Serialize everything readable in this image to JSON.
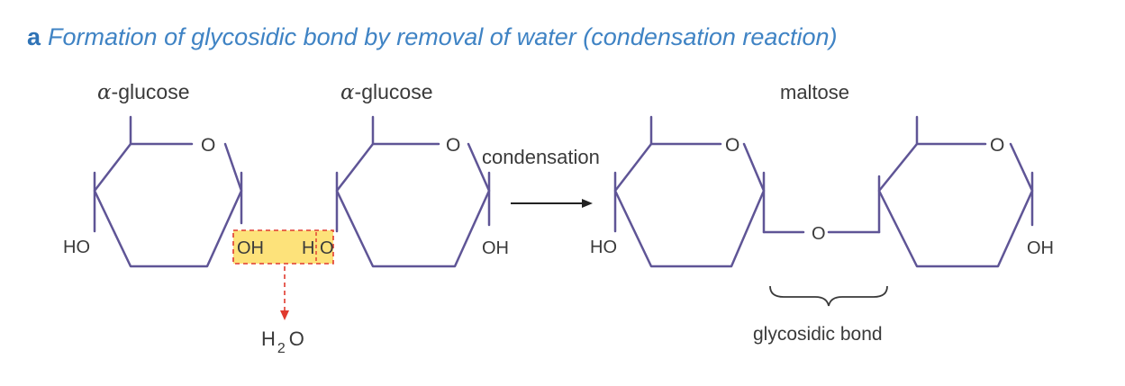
{
  "title": {
    "letter": "a",
    "text": "Formation of glycosidic bond by removal of water (condensation reaction)"
  },
  "molecules": {
    "glucose1": {
      "label_prefix": "α",
      "label_suffix": "-glucose",
      "ring_o": "O",
      "left_group": "HO",
      "right_group": "OH"
    },
    "glucose2": {
      "label_prefix": "α",
      "label_suffix": "-glucose",
      "ring_o": "O",
      "left_group": "H",
      "left_group_o": "O",
      "right_group": "OH"
    },
    "maltose": {
      "label": "maltose",
      "ring1_o": "O",
      "ring2_o": "O",
      "left_group": "HO",
      "bridge_o": "O",
      "right_group": "OH"
    }
  },
  "reaction": {
    "label": "condensation"
  },
  "water": {
    "h": "H",
    "sub": "2",
    "o": "O"
  },
  "bond": {
    "label": "glycosidic bond"
  },
  "colors": {
    "ring_stroke": "#5f5596",
    "title": "#3f83c4",
    "highlight_fill": "#fde27a",
    "highlight_border": "#e03a2e",
    "arrow": "#222222"
  }
}
